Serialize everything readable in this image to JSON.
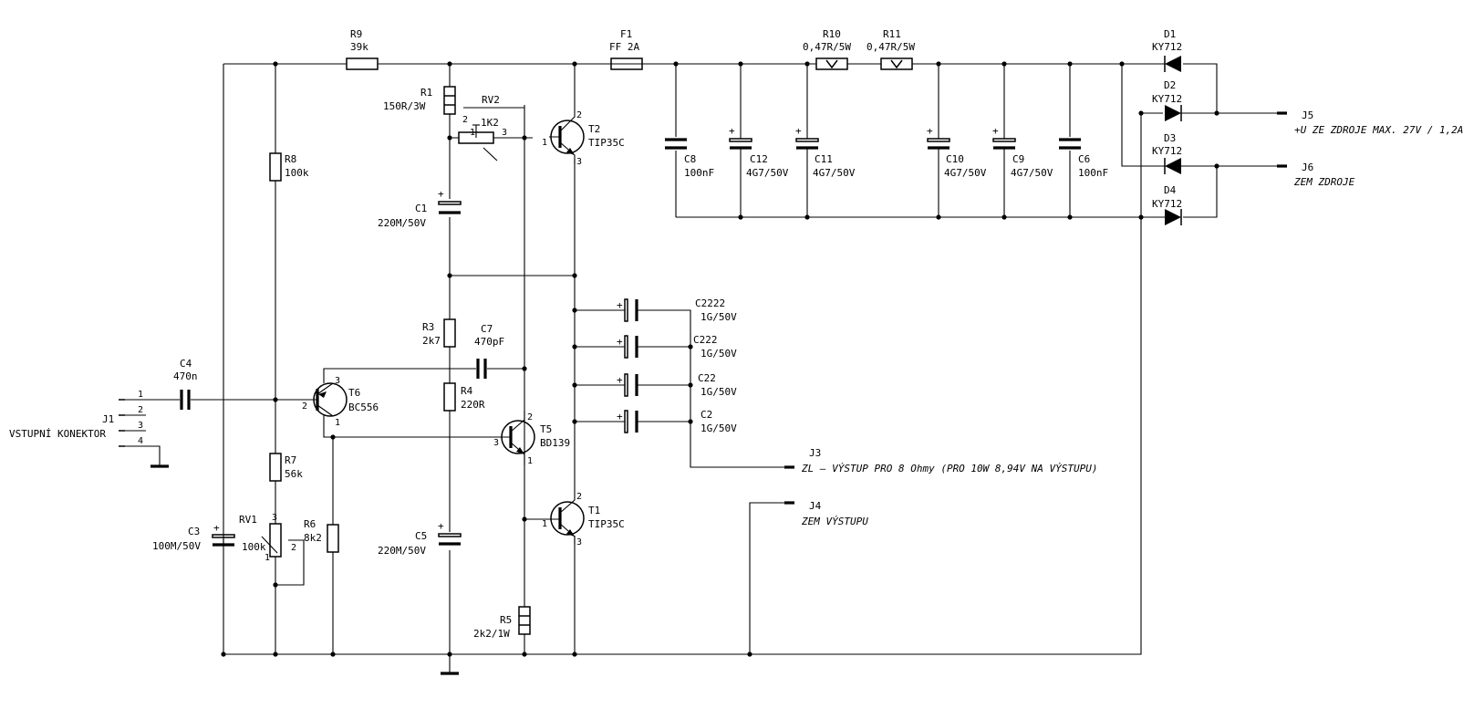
{
  "refs": {
    "R9": "R9",
    "R8": "R8",
    "R7": "R7",
    "R6": "R6",
    "R1": "R1",
    "R3": "R3",
    "R4": "R4",
    "R5": "R5",
    "R10": "R10",
    "R11": "R11",
    "RV1": "RV1",
    "RV2": "RV2",
    "F1": "F1",
    "C1": "C1",
    "C2": "C2",
    "C3": "C3",
    "C4": "C4",
    "C5": "C5",
    "C6": "C6",
    "C7": "C7",
    "C8": "C8",
    "C9": "C9",
    "C10": "C10",
    "C11": "C11",
    "C12": "C12",
    "C22": "C22",
    "C222": "C222",
    "C2222": "C2222",
    "T1": "T1",
    "T2": "T2",
    "T5": "T5",
    "T6": "T6",
    "D1": "D1",
    "D2": "D2",
    "D3": "D3",
    "D4": "D4",
    "J1": "J1",
    "J3": "J3",
    "J4": "J4",
    "J5": "J5",
    "J6": "J6"
  },
  "values": {
    "R9": "39k",
    "R8": "100k",
    "R7": "56k",
    "R6": "8k2",
    "R1": "150R/3W",
    "R3": "2k7",
    "R4": "220R",
    "R5": "2k2/1W",
    "R10": "0,47R/5W",
    "R11": "0,47R/5W",
    "RV1": "100k",
    "RV2": "1K2",
    "F1": "FF 2A",
    "C1": "220M/50V",
    "C2": "1G/50V",
    "C3": "100M/50V",
    "C4": "470n",
    "C5": "220M/50V",
    "C6": "100nF",
    "C7": "470pF",
    "C8": "100nF",
    "C9": "4G7/50V",
    "C10": "4G7/50V",
    "C11": "4G7/50V",
    "C12": "4G7/50V",
    "C22": "1G/50V",
    "C222": "1G/50V",
    "C2222": "1G/50V",
    "T1": "TIP35C",
    "T2": "TIP35C",
    "T5": "BD139",
    "T6": "BC556",
    "D1": "KY712",
    "D2": "KY712",
    "D3": "KY712",
    "D4": "KY712"
  },
  "pins": {
    "p1": "1",
    "p2": "2",
    "p3": "3",
    "p4": "4"
  },
  "symbols": {
    "polarity": "+"
  },
  "nets": {
    "J1": "VSTUPNÍ KONEKTOR",
    "J3": "ZL – VÝSTUP PRO 8 Ohmy (PRO 10W 8,94V NA VÝSTUPU)",
    "J4": "ZEM VÝSTUPU",
    "J5": "+U ZE ZDROJE MAX. 27V / 1,2A",
    "J6": "ZEM ZDROJE"
  }
}
